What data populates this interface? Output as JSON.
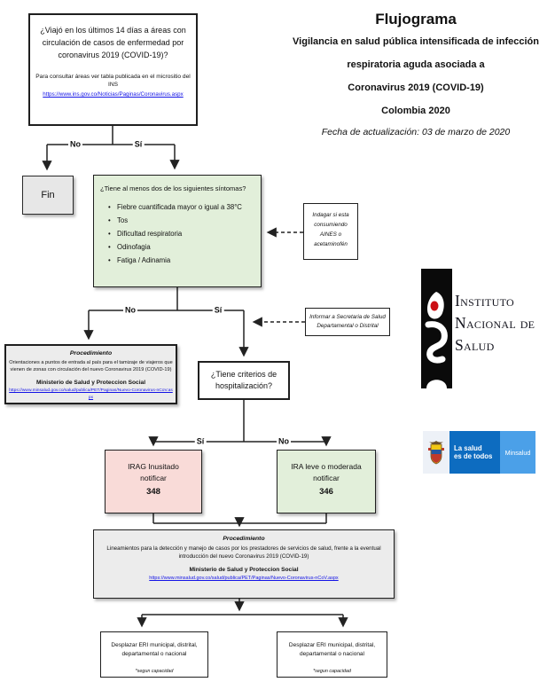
{
  "colors": {
    "accent_green": "#e2efda",
    "accent_pink": "#f9dbd8",
    "panel_gray": "#ececec",
    "link_blue": "#1313e6",
    "line_color": "#222222",
    "minsalud_blue": "#0d6cc0",
    "minsalud_light_blue": "#4ba0e8",
    "ins_red": "#cc0e13"
  },
  "header": {
    "title": "Flujograma",
    "subtitle_lines": [
      "Vigilancia en salud pública intensificada de infección",
      "respiratoria aguda asociada a",
      "Coronavirus 2019 (COVID-19)",
      "Colombia 2020"
    ],
    "update_date": "Fecha de actualización: 03 de marzo de 2020"
  },
  "flow": {
    "start": {
      "question": "¿Viajó en los últimos 14 días a áreas con circulación de casos de enfermedad por coronavirus 2019 (COVID-19)?",
      "note": "Para consultar áreas ver tabla publicada en el micrositio del INS",
      "link": "https://www.ins.gov.co/Noticias/Paginas/Coronavirus.aspx"
    },
    "branch1": {
      "no": "No",
      "si": "Sí"
    },
    "fin": {
      "label": "Fin"
    },
    "symptoms": {
      "question": "¿Tiene al menos dos de los siguientes síntomas?",
      "items": [
        "Fiebre cuantificada mayor o igual a 38°C",
        "Tos",
        "Dificultad respiratoria",
        "Odinofagia",
        "Fatiga / Adinamia"
      ]
    },
    "aines_note": {
      "lines": [
        "Indagar si esta",
        "consumiendo",
        "AINES o",
        "acetaminofén"
      ]
    },
    "branch2": {
      "no": "No",
      "si": "Sí"
    },
    "informar_note": {
      "line1": "Informar a Secretaria de Salud",
      "line2": "Departamental o Distrital"
    },
    "procedure_left": {
      "heading": "Procedimiento",
      "body": "Orientaciones a puntos de entrada al país para el tamizaje de viajeros que vienen de zonas con circulación del nuevo Coronavirus 2019 (COVID-19)",
      "ministry": "Ministerio de Salud y Proteccion Social",
      "link": "https://www.minsalud.gov.co/salud/publica/PET/Paginas/Nuevo-Coronavirus-nCoV.aspx"
    },
    "hospital": {
      "line1": "¿Tiene criterios de",
      "line2": "hospitalización?"
    },
    "branch3": {
      "si": "Sí",
      "no": "No"
    },
    "irag": {
      "line1": "IRAG Inusitado",
      "line2": "notificar",
      "code": "348"
    },
    "ira": {
      "line1": "IRA leve o moderada",
      "line2": "notificar",
      "code": "346"
    },
    "procedure_bottom": {
      "heading": "Procedimiento",
      "body": "Lineamientos para la detección y manejo de casos por los prestadores de servicios de salud, frente a la eventual introducción del nuevo Coronavirus 2019 (COVID-19)",
      "ministry": "Ministerio de Salud y Proteccion Social",
      "link": "https://www.minsalud.gov.co/salud/publica/PET/Paginas/Nuevo-Coronavirus-nCoV.aspx"
    },
    "eri_left": {
      "line1": "Desplazar ERI municipal, distrital,",
      "line2": "departamental o nacional",
      "note": "*segun capacidad"
    },
    "eri_right": {
      "line1": "Desplazar ERI municipal, distrital,",
      "line2": "departamental o nacional",
      "note": "*segun capacidad"
    }
  },
  "logos": {
    "ins": {
      "line1": "Instituto",
      "line2": "Nacional de",
      "line3": "Salud"
    },
    "minsalud": {
      "tagline_line1": "La salud",
      "tagline_line2": "es de todos",
      "brand": "Minsalud"
    }
  }
}
